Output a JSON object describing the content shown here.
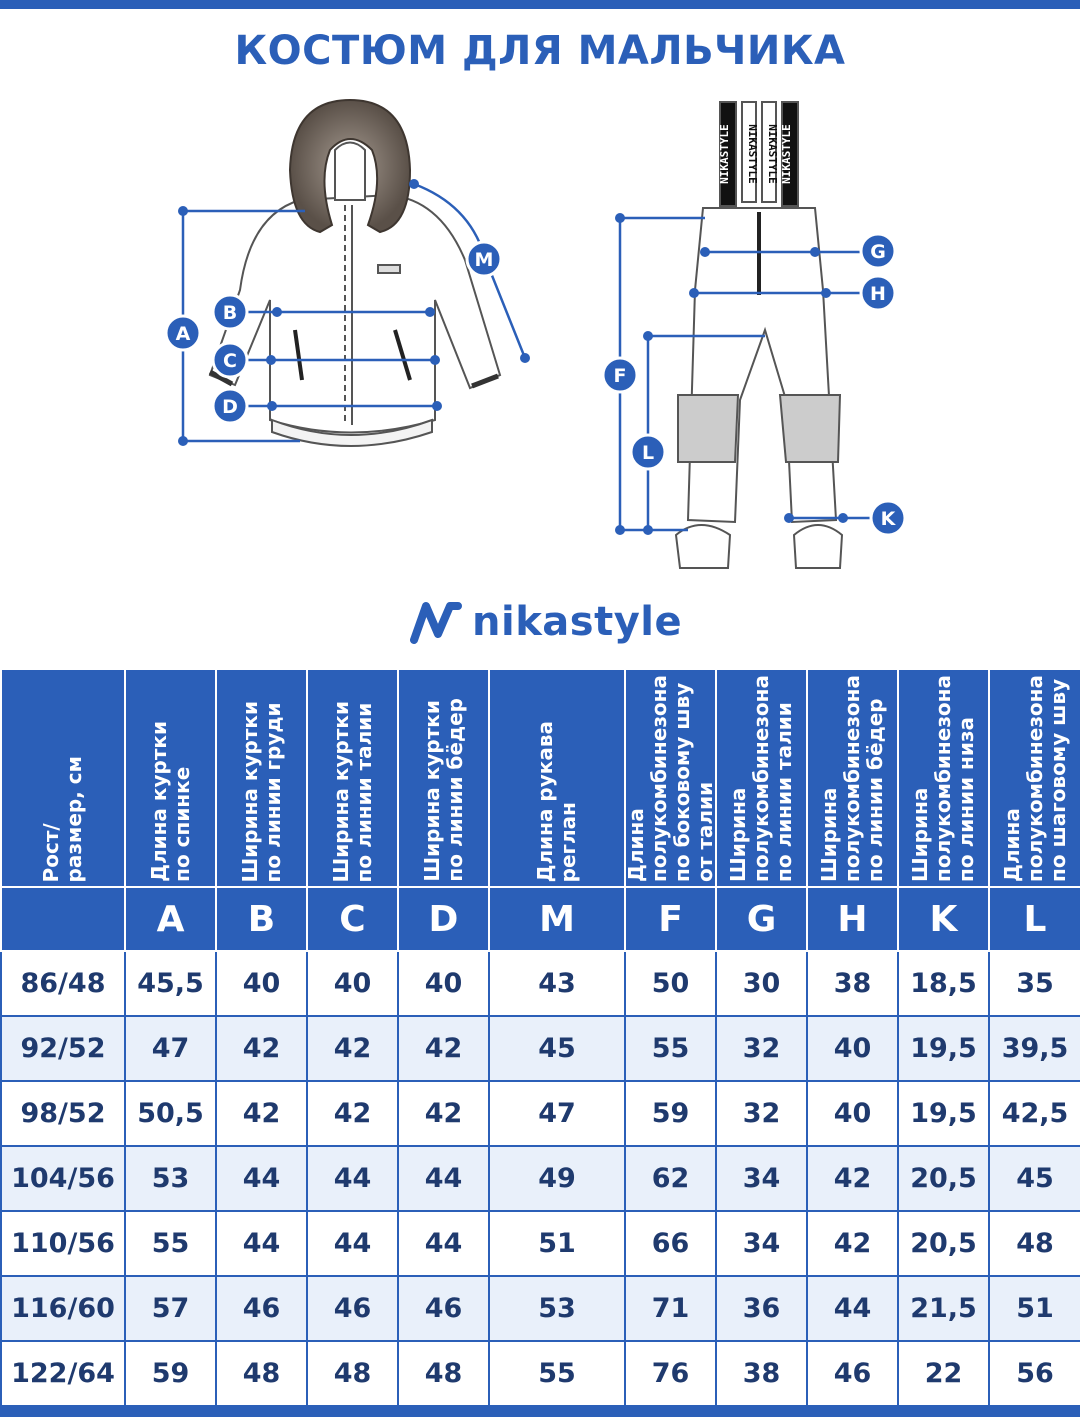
{
  "title": "КОСТЮМ ДЛЯ МАЛЬЧИКА",
  "brand": {
    "name": "nikastyle",
    "accent_color": "#2b5fb8"
  },
  "diagram": {
    "jacket_markers": [
      "A",
      "B",
      "C",
      "D",
      "M"
    ],
    "overall_markers": [
      "F",
      "G",
      "H",
      "K",
      "L"
    ],
    "strap_text": "NIKASTYLE",
    "strap_text_mirrored": "NIKASTYLE"
  },
  "table": {
    "columns": [
      {
        "label": "Рост/\nразмер, см",
        "letter": ""
      },
      {
        "label": "Длина куртки\nпо спинке",
        "letter": "A"
      },
      {
        "label": "Ширина куртки\nпо линии груди",
        "letter": "B"
      },
      {
        "label": "Ширина куртки\nпо линии талии",
        "letter": "C"
      },
      {
        "label": "Ширина куртки\nпо линии бёдер",
        "letter": "D"
      },
      {
        "label": "Длина  рукава\nреглан",
        "letter": "M"
      },
      {
        "label": "Длина\nполукомбинезона\nпо боковому шву\nот талии",
        "letter": "F"
      },
      {
        "label": "Ширина\nполукомбинезона\nпо линии талии",
        "letter": "G"
      },
      {
        "label": "Ширина\nполукомбинезона\nпо линии бёдер",
        "letter": "H"
      },
      {
        "label": "Ширина\nполукомбинезона\nпо линии низа",
        "letter": "K"
      },
      {
        "label": "Длина\nполукомбинезона\nпо шаговому шву",
        "letter": "L"
      }
    ],
    "rows": [
      [
        "86/48",
        "45,5",
        "40",
        "40",
        "40",
        "43",
        "50",
        "30",
        "38",
        "18,5",
        "35"
      ],
      [
        "92/52",
        "47",
        "42",
        "42",
        "42",
        "45",
        "55",
        "32",
        "40",
        "19,5",
        "39,5"
      ],
      [
        "98/52",
        "50,5",
        "42",
        "42",
        "42",
        "47",
        "59",
        "32",
        "40",
        "19,5",
        "42,5"
      ],
      [
        "104/56",
        "53",
        "44",
        "44",
        "44",
        "49",
        "62",
        "34",
        "42",
        "20,5",
        "45"
      ],
      [
        "110/56",
        "55",
        "44",
        "44",
        "44",
        "51",
        "66",
        "34",
        "42",
        "20,5",
        "48"
      ],
      [
        "116/60",
        "57",
        "46",
        "46",
        "46",
        "53",
        "71",
        "36",
        "44",
        "21,5",
        "51"
      ],
      [
        "122/64",
        "59",
        "48",
        "48",
        "48",
        "55",
        "76",
        "38",
        "46",
        "22",
        "56"
      ]
    ]
  }
}
